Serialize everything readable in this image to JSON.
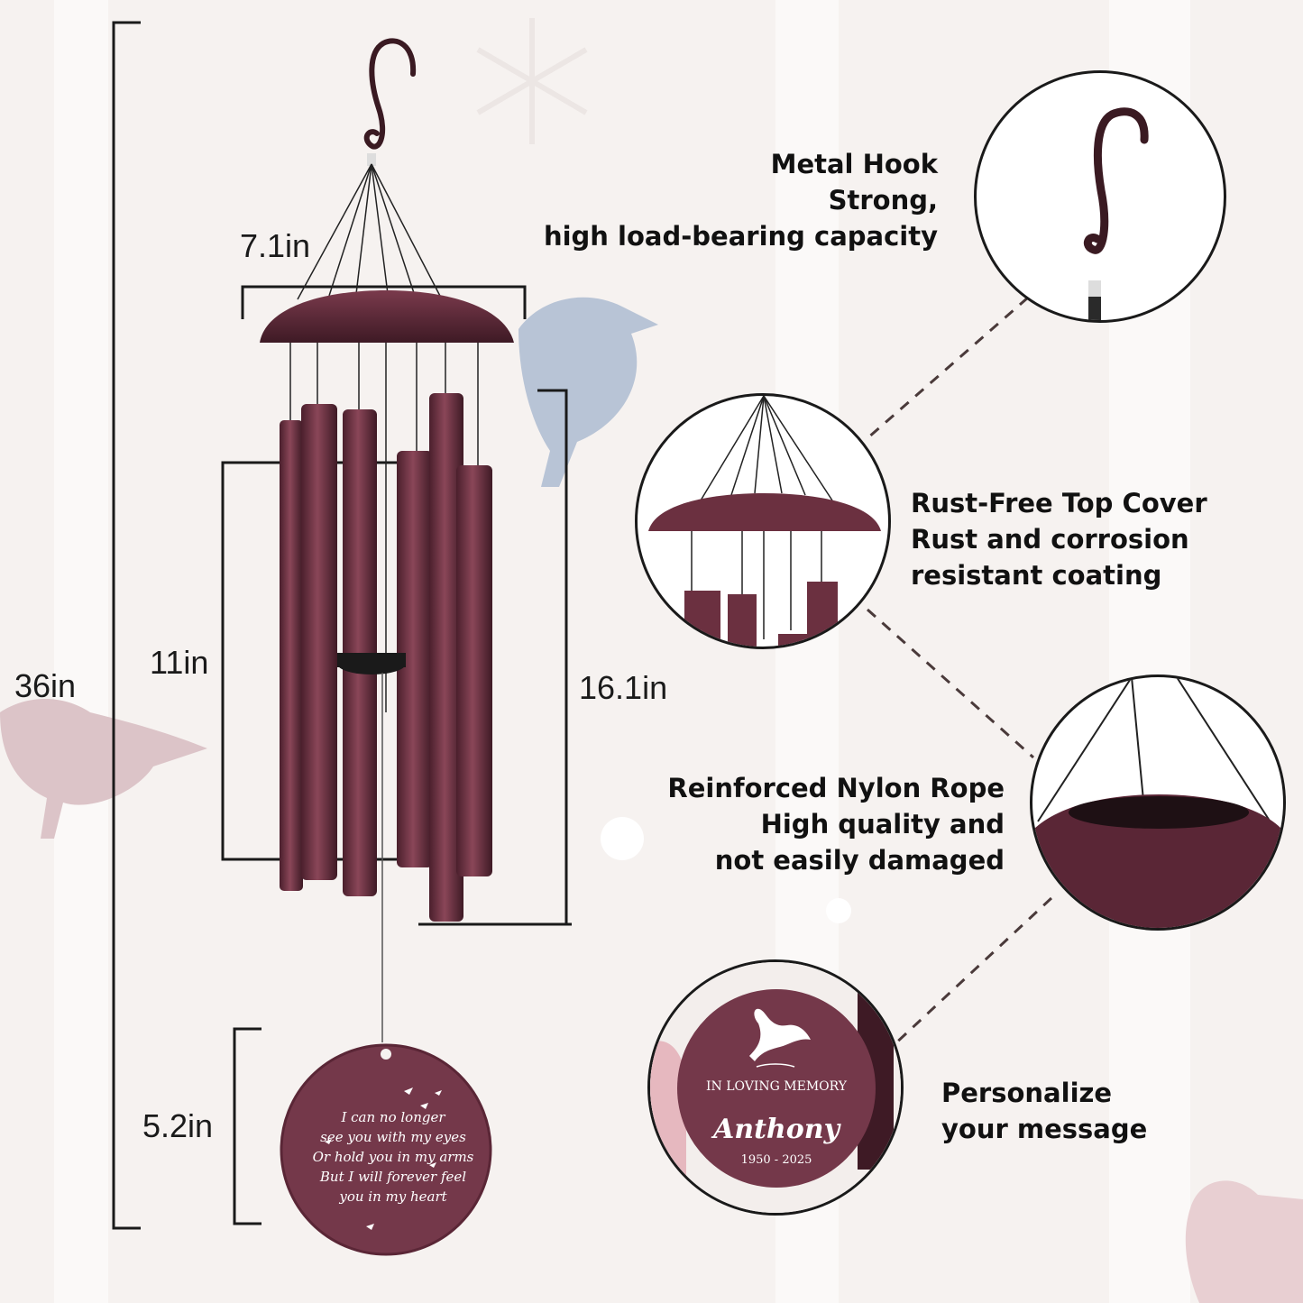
{
  "dimensions": {
    "total_height": "36in",
    "top_width": "7.1in",
    "tube_short": "11in",
    "tube_long": "16.1in",
    "disc_diameter": "5.2in"
  },
  "features": [
    {
      "title": "Metal Hook",
      "line1": "Strong,",
      "line2": "high load-bearing capacity"
    },
    {
      "title": "Rust-Free Top Cover",
      "line1": "Rust and corrosion",
      "line2": "resistant coating"
    },
    {
      "title": "Reinforced Nylon Rope",
      "line1": "High quality and",
      "line2": "not easily damaged"
    },
    {
      "title": "Personalize",
      "line1": "your message"
    }
  ],
  "poem_disc": {
    "lines": [
      "I can no longer",
      "see you with my eyes",
      "Or hold you in my arms",
      "But I will forever feel",
      "you in my heart"
    ]
  },
  "memorial_disc": {
    "heading": "IN LOVING MEMORY",
    "name": "Anthony",
    "years": "1950 - 2025"
  },
  "colors": {
    "metal": "#6b3040",
    "metal_dark": "#4a1f2c",
    "bird_blue": "#b8c4d6",
    "bird_pink": "#dcc4c8",
    "background": "#f6f2f0"
  }
}
